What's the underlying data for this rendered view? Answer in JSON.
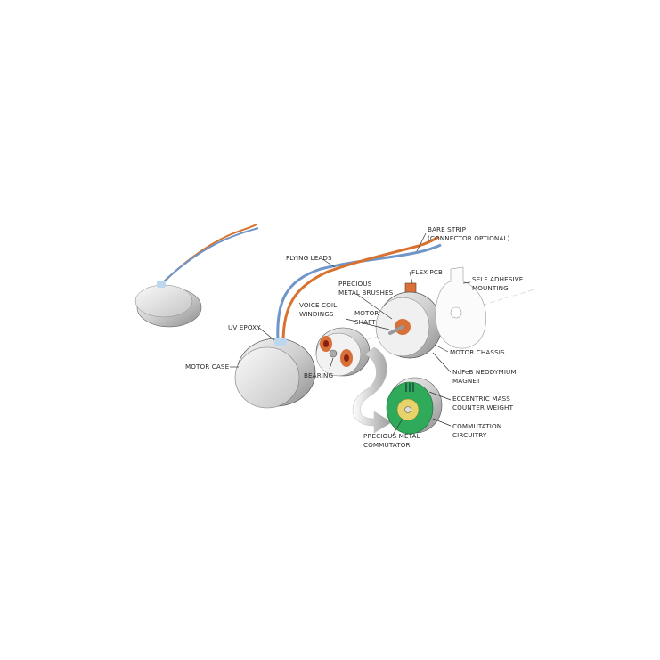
{
  "labels": {
    "bare_strip": [
      "BARE STRIP",
      "(CONNECTOR OPTIONAL)"
    ],
    "flying_leads": [
      "FLYING LEADS"
    ],
    "flex_pcb": [
      "FLEX PCB"
    ],
    "self_adhesive": [
      "SELF ADHESIVE",
      "MOUNTING"
    ],
    "precious_brushes": [
      "PRECIOUS",
      "METAL BRUSHES"
    ],
    "voice_coil": [
      "VOICE COIL",
      "WINDINGS"
    ],
    "motor_shaft": [
      "MOTOR",
      "SHAFT"
    ],
    "uv_epoxy": [
      "UV EPOXY"
    ],
    "motor_chassis": [
      "MOTOR CHASSIS"
    ],
    "motor_case": [
      "MOTOR CASE"
    ],
    "bearing": [
      "BEARING"
    ],
    "magnet": [
      "NdFeB NEODYMIUM",
      "MAGNET"
    ],
    "eccentric": [
      "ECCENTRIC MASS",
      "COUNTER WEIGHT"
    ],
    "commutation": [
      "COMMUTATION",
      "CIRCUITRY"
    ],
    "commutator": [
      "PRECIOUS METAL",
      "COMMUTATOR"
    ]
  },
  "colors": {
    "wire_red": "#d9722e",
    "wire_blue": "#6f95c9",
    "pcb_green": "#2faa5a",
    "coil": "#d8703a"
  }
}
